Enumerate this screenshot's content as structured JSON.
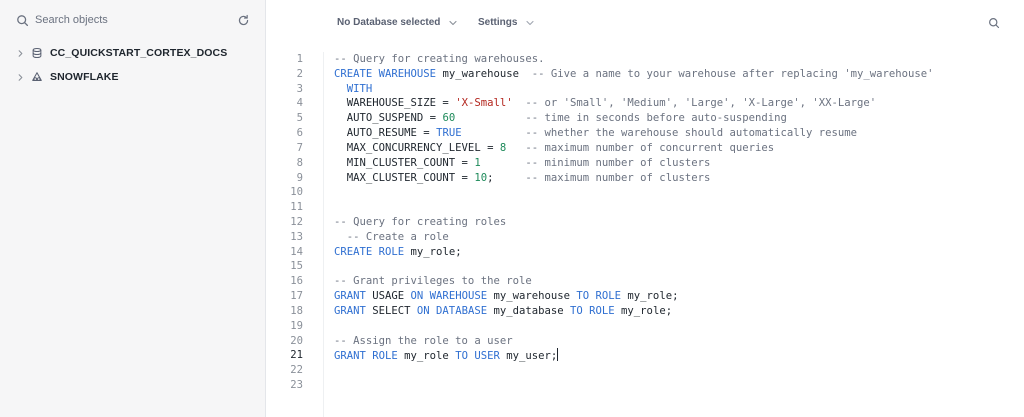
{
  "sidebar": {
    "search_placeholder": "Search objects",
    "refresh_icon": "refresh-icon",
    "items": [
      {
        "label": "CC_QUICKSTART_CORTEX_DOCS",
        "icon": "database-icon",
        "expanded": false
      },
      {
        "label": "SNOWFLAKE",
        "icon": "snowflake-share-icon",
        "expanded": false
      }
    ]
  },
  "toolbar": {
    "database_selector": "No Database selected",
    "settings": "Settings",
    "search_icon": "search-icon"
  },
  "editor": {
    "active_line": 21,
    "lines": [
      {
        "n": "1",
        "tokens": [
          [
            "cm",
            "-- Query for creating warehouses."
          ]
        ]
      },
      {
        "n": "2",
        "tokens": [
          [
            "kw",
            "CREATE WAREHOUSE"
          ],
          [
            "tx",
            " my_warehouse  "
          ],
          [
            "cm",
            "-- Give a name to your warehouse after replacing 'my_warehouse'"
          ]
        ]
      },
      {
        "n": "3",
        "tokens": [
          [
            "tx",
            "  "
          ],
          [
            "kw",
            "WITH"
          ]
        ]
      },
      {
        "n": "4",
        "tokens": [
          [
            "tx",
            "  WAREHOUSE_SIZE = "
          ],
          [
            "str",
            "'X-Small'"
          ],
          [
            "tx",
            "  "
          ],
          [
            "cm",
            "-- or 'Small', 'Medium', 'Large', 'X-Large', 'XX-Large'"
          ]
        ]
      },
      {
        "n": "5",
        "tokens": [
          [
            "tx",
            "  AUTO_SUSPEND = "
          ],
          [
            "num",
            "60"
          ],
          [
            "tx",
            "           "
          ],
          [
            "cm",
            "-- time in seconds before auto-suspending"
          ]
        ]
      },
      {
        "n": "6",
        "tokens": [
          [
            "tx",
            "  AUTO_RESUME = "
          ],
          [
            "kw",
            "TRUE"
          ],
          [
            "tx",
            "          "
          ],
          [
            "cm",
            "-- whether the warehouse should automatically resume"
          ]
        ]
      },
      {
        "n": "7",
        "tokens": [
          [
            "tx",
            "  MAX_CONCURRENCY_LEVEL = "
          ],
          [
            "num",
            "8"
          ],
          [
            "tx",
            "   "
          ],
          [
            "cm",
            "-- maximum number of concurrent queries"
          ]
        ]
      },
      {
        "n": "8",
        "tokens": [
          [
            "tx",
            "  MIN_CLUSTER_COUNT = "
          ],
          [
            "num",
            "1"
          ],
          [
            "tx",
            "       "
          ],
          [
            "cm",
            "-- minimum number of clusters"
          ]
        ]
      },
      {
        "n": "9",
        "tokens": [
          [
            "tx",
            "  MAX_CLUSTER_COUNT = "
          ],
          [
            "num",
            "10"
          ],
          [
            "tx",
            ";     "
          ],
          [
            "cm",
            "-- maximum number of clusters"
          ]
        ]
      },
      {
        "n": "10",
        "tokens": []
      },
      {
        "n": "11",
        "tokens": []
      },
      {
        "n": "12",
        "tokens": [
          [
            "cm",
            "-- Query for creating roles"
          ]
        ]
      },
      {
        "n": "13",
        "tokens": [
          [
            "tx",
            "  "
          ],
          [
            "cm",
            "-- Create a role"
          ]
        ]
      },
      {
        "n": "14",
        "tokens": [
          [
            "kw",
            "CREATE ROLE"
          ],
          [
            "tx",
            " my_role;"
          ]
        ]
      },
      {
        "n": "15",
        "tokens": []
      },
      {
        "n": "16",
        "tokens": [
          [
            "cm",
            "-- Grant privileges to the role"
          ]
        ]
      },
      {
        "n": "17",
        "tokens": [
          [
            "kw",
            "GRANT"
          ],
          [
            "tx",
            " USAGE "
          ],
          [
            "kw",
            "ON WAREHOUSE"
          ],
          [
            "tx",
            " my_warehouse "
          ],
          [
            "kw",
            "TO ROLE"
          ],
          [
            "tx",
            " my_role;"
          ]
        ]
      },
      {
        "n": "18",
        "tokens": [
          [
            "kw",
            "GRANT"
          ],
          [
            "tx",
            " SELECT "
          ],
          [
            "kw",
            "ON DATABASE"
          ],
          [
            "tx",
            " my_database "
          ],
          [
            "kw",
            "TO ROLE"
          ],
          [
            "tx",
            " my_role;"
          ]
        ]
      },
      {
        "n": "19",
        "tokens": []
      },
      {
        "n": "20",
        "tokens": [
          [
            "cm",
            "-- Assign the role to a user"
          ]
        ]
      },
      {
        "n": "21",
        "tokens": [
          [
            "kw",
            "GRANT ROLE"
          ],
          [
            "tx",
            " my_role "
          ],
          [
            "kw",
            "TO USER"
          ],
          [
            "tx",
            " my_user;"
          ]
        ]
      },
      {
        "n": "22",
        "tokens": []
      },
      {
        "n": "23",
        "tokens": []
      }
    ]
  },
  "colors": {
    "keyword": "#2f6fd1",
    "string": "#b3261e",
    "number": "#1e8a5a",
    "comment": "#6b7280",
    "sidebar_bg": "#f6f6f7"
  }
}
